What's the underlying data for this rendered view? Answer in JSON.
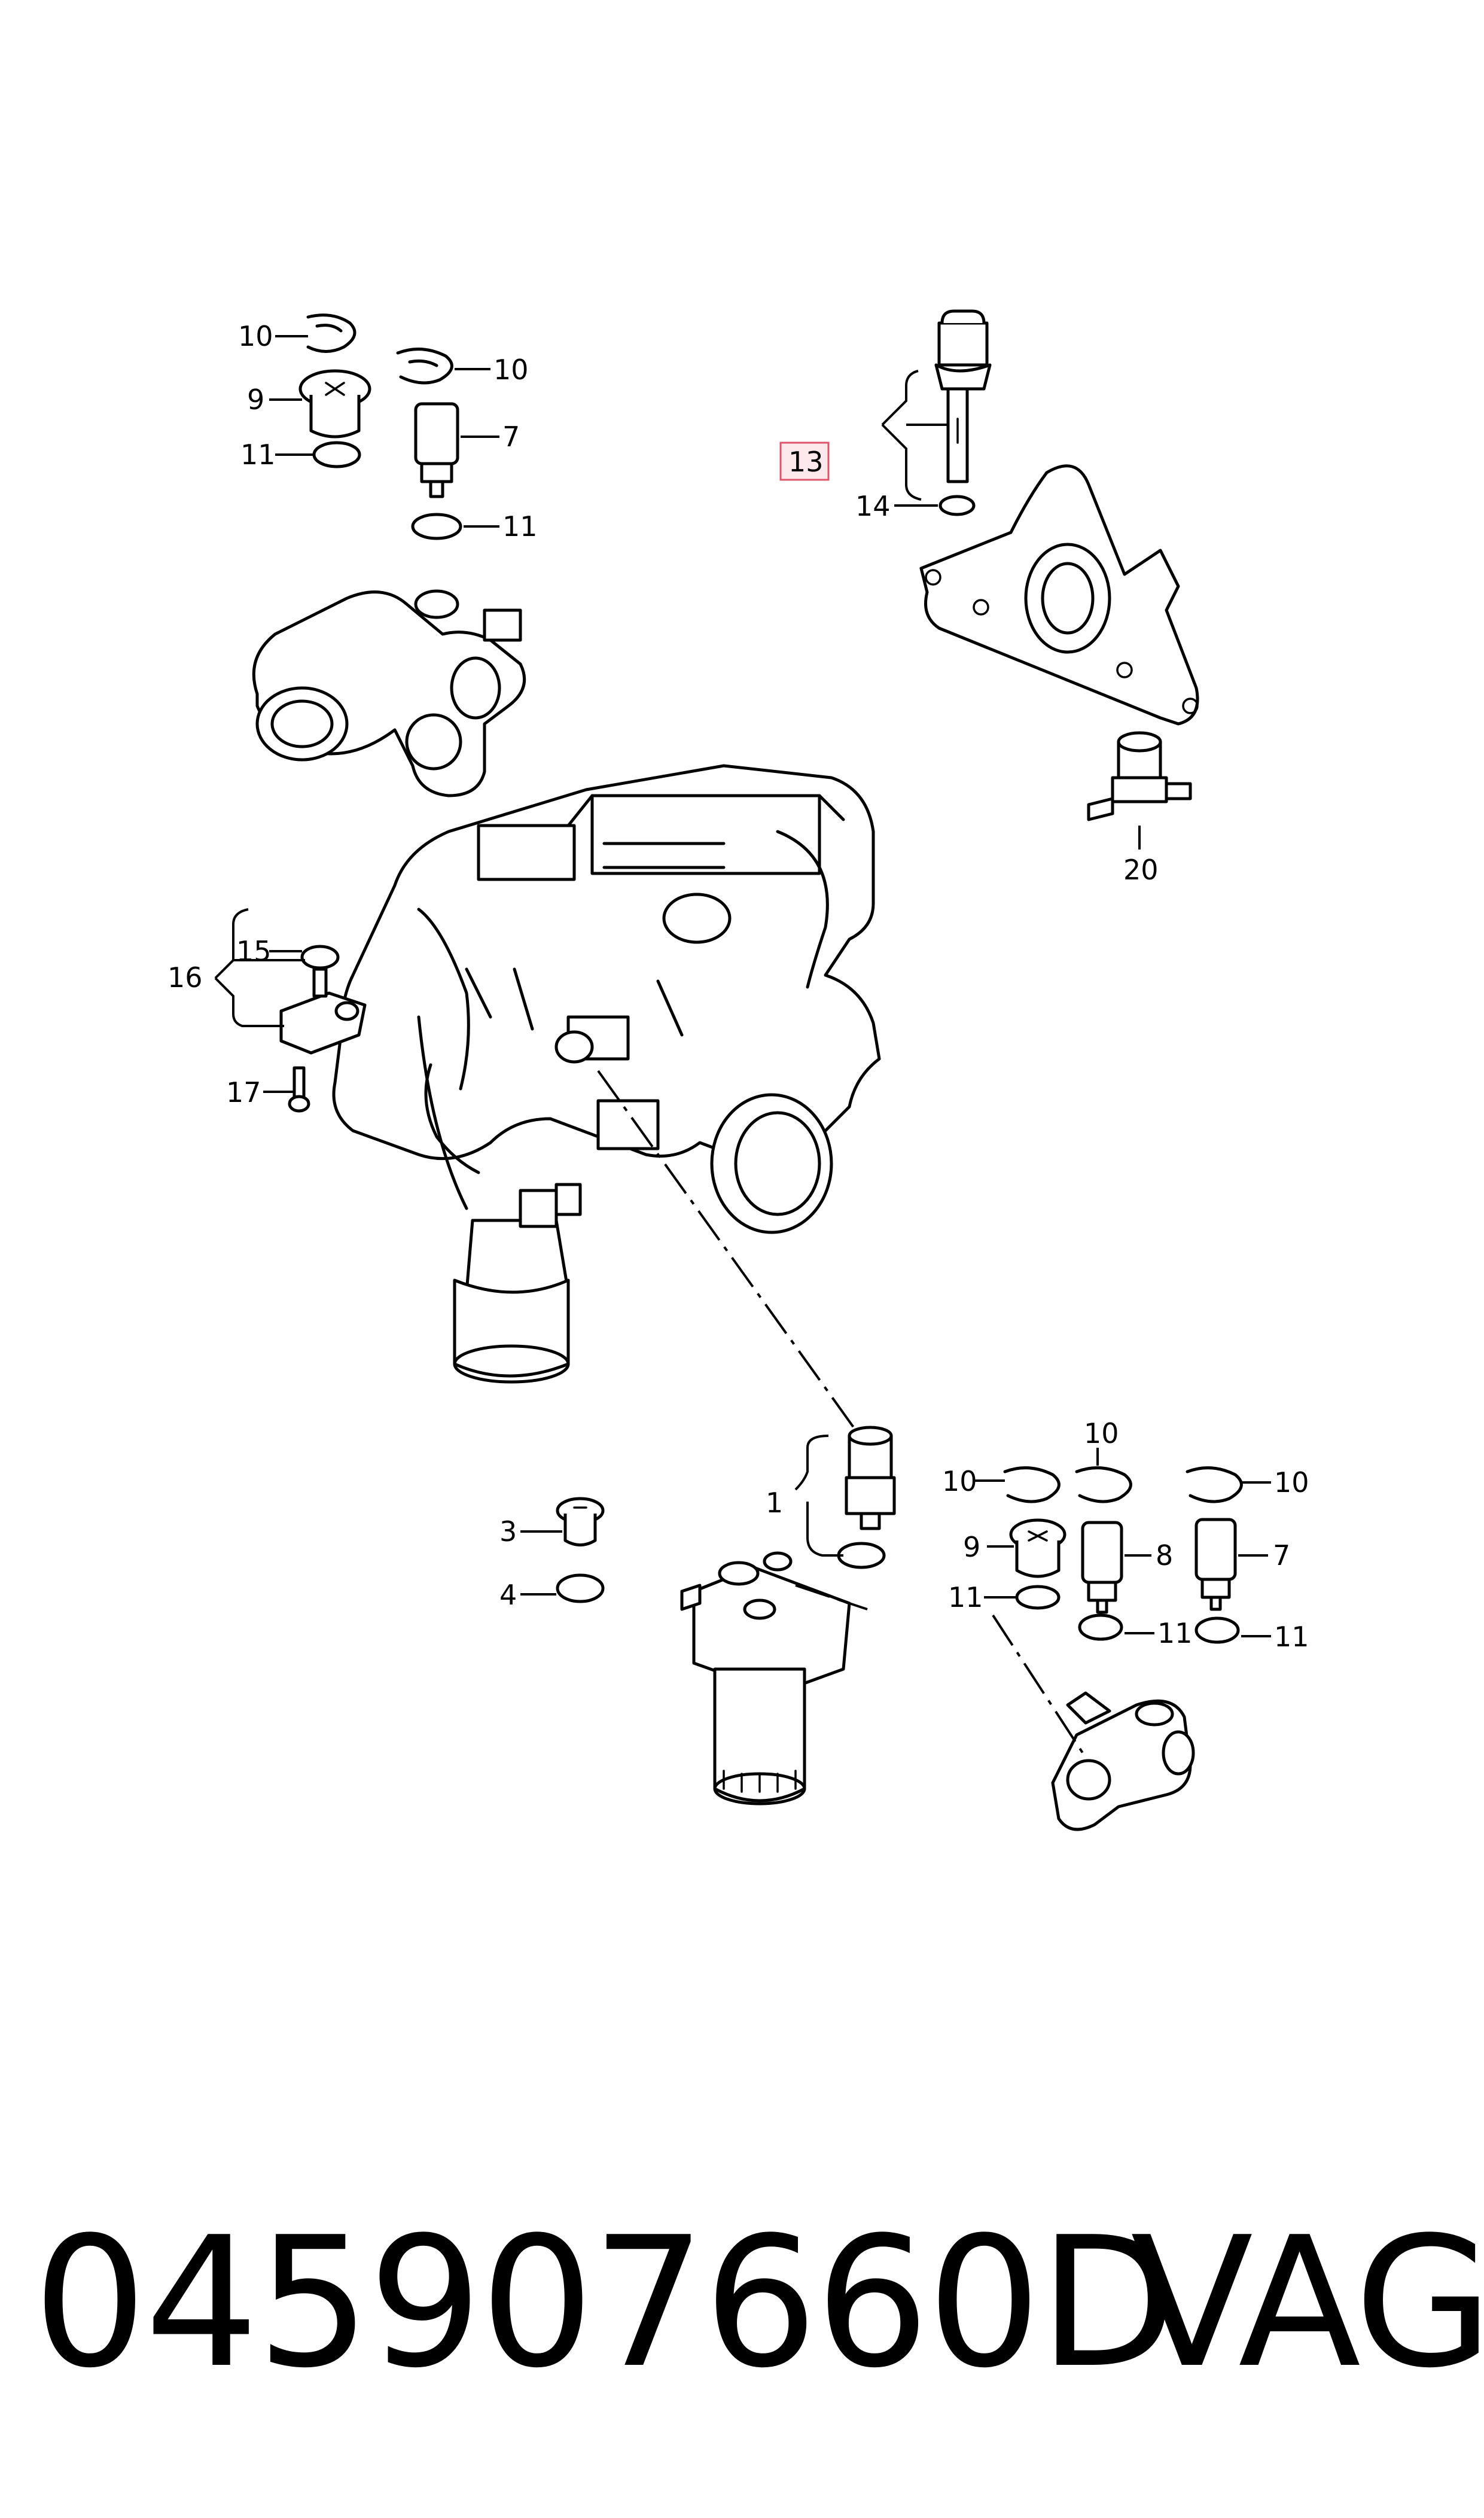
{
  "callouts": {
    "c10_a": "10",
    "c9_a": "9",
    "c11_a": "11",
    "c10_b": "10",
    "c7_a": "7",
    "c11_b": "11",
    "c13": "13",
    "c14": "14",
    "c20": "20",
    "c16": "16",
    "c15": "15",
    "c17": "17",
    "c1": "1",
    "c3": "3",
    "c4": "4",
    "c10_c": "10",
    "c10_d": "10",
    "c10_e": "10",
    "c9_b": "9",
    "c8": "8",
    "c7_b": "7",
    "c11_c": "11",
    "c11_d": "11",
    "c11_e": "11"
  },
  "highlight_color": "#e0546b",
  "footer": {
    "part_number": "045907660D",
    "brand": "VAG"
  }
}
